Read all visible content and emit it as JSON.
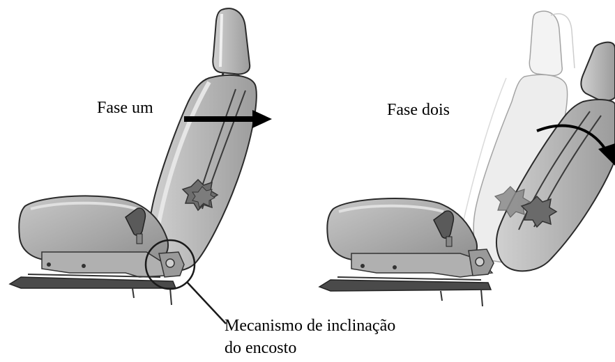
{
  "labels": {
    "phase_one": "Fase um",
    "phase_two": "Fase dois",
    "mechanism_line1": "Mecanismo de inclinação",
    "mechanism_line2": "do encosto"
  },
  "colors": {
    "seat_fill": "#9a9a9a",
    "seat_light": "#c4c4c4",
    "ghost_fill": "#e8e8e8",
    "outline": "#2a2a2a",
    "gear_fill": "#6e6e6e",
    "arrow": "#000000",
    "rail": "#4a4a4a"
  },
  "icons": [
    "car-seat",
    "recliner-gear",
    "push-arrow",
    "rotate-arrow"
  ]
}
